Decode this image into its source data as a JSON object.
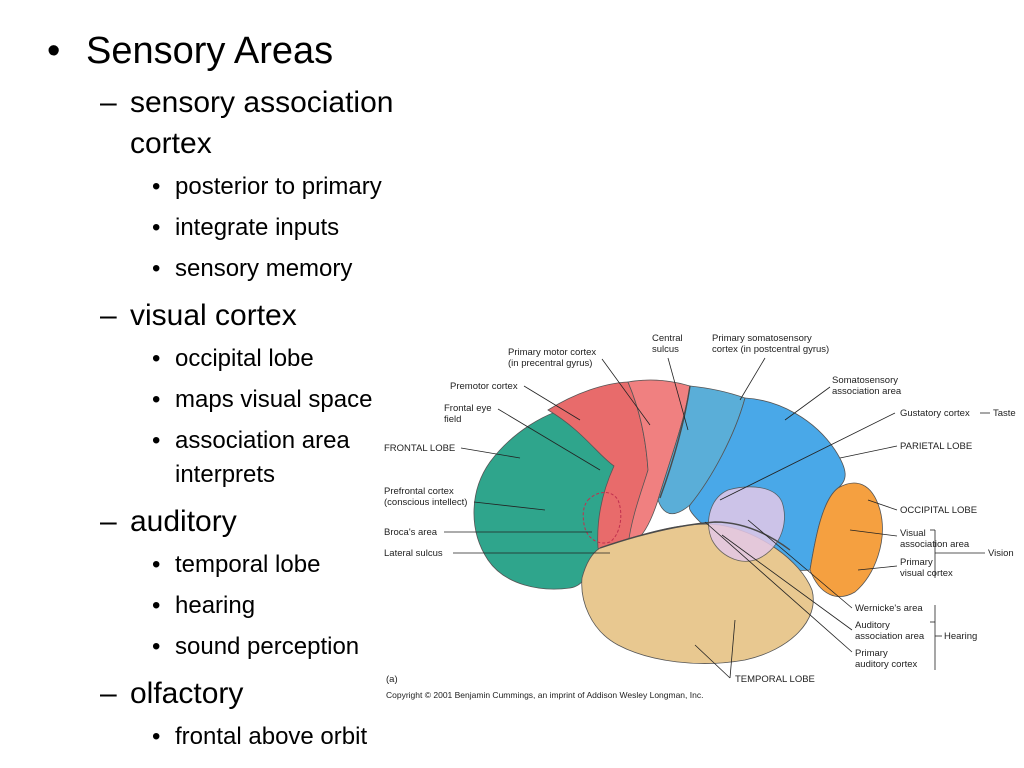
{
  "slide": {
    "title": "Sensory Areas",
    "sections": [
      {
        "heading": [
          "sensory association",
          "cortex"
        ],
        "items": [
          "posterior to primary",
          "integrate inputs",
          "sensory memory"
        ]
      },
      {
        "heading": [
          "visual cortex"
        ],
        "items": [
          "occipital lobe",
          "maps visual space",
          [
            "association area",
            "interprets"
          ]
        ]
      },
      {
        "heading": [
          "auditory"
        ],
        "items": [
          "temporal lobe",
          "hearing",
          "sound perception"
        ]
      },
      {
        "heading": [
          "olfactory"
        ],
        "items": [
          "frontal above orbit"
        ]
      }
    ]
  },
  "figure": {
    "labels": {
      "central_sulcus": [
        "Central",
        "sulcus"
      ],
      "primary_motor": [
        "Primary motor cortex",
        "(in precentral gyrus)"
      ],
      "primary_somatosensory": [
        "Primary somatosensory",
        "cortex (in postcentral gyrus)"
      ],
      "premotor": "Premotor cortex",
      "somatosensory_assoc": [
        "Somatosensory",
        "association area"
      ],
      "frontal_eye": [
        "Frontal eye",
        "field"
      ],
      "gustatory": "Gustatory cortex",
      "taste": "Taste",
      "frontal_lobe": "FRONTAL LOBE",
      "parietal_lobe": "PARIETAL LOBE",
      "prefrontal": [
        "Prefrontal cortex",
        "(conscious intellect)"
      ],
      "occipital_lobe": "OCCIPITAL LOBE",
      "brocas": "Broca's area",
      "visual_assoc": [
        "Visual",
        "association area"
      ],
      "vision": "Vision",
      "lateral_sulcus": "Lateral sulcus",
      "primary_visual": [
        "Primary",
        "visual cortex"
      ],
      "wernickes": "Wernicke's area",
      "auditory_assoc": [
        "Auditory",
        "association area"
      ],
      "hearing": "Hearing",
      "primary_auditory": [
        "Primary",
        "auditory cortex"
      ],
      "temporal_lobe": "TEMPORAL LOBE",
      "panel": "(a)",
      "copyright": "Copyright © 2001 Benjamin Cummings, an imprint of Addison Wesley Longman, Inc."
    },
    "colors": {
      "frontal": "#2fa58c",
      "premotor": "#e86b6b",
      "motor": "#f08080",
      "somatosensory": "#5aaed8",
      "parietal": "#49a8e8",
      "occipital": "#f5a040",
      "temporal": "#e8c890",
      "wernicke": "#e4c8e8"
    }
  }
}
